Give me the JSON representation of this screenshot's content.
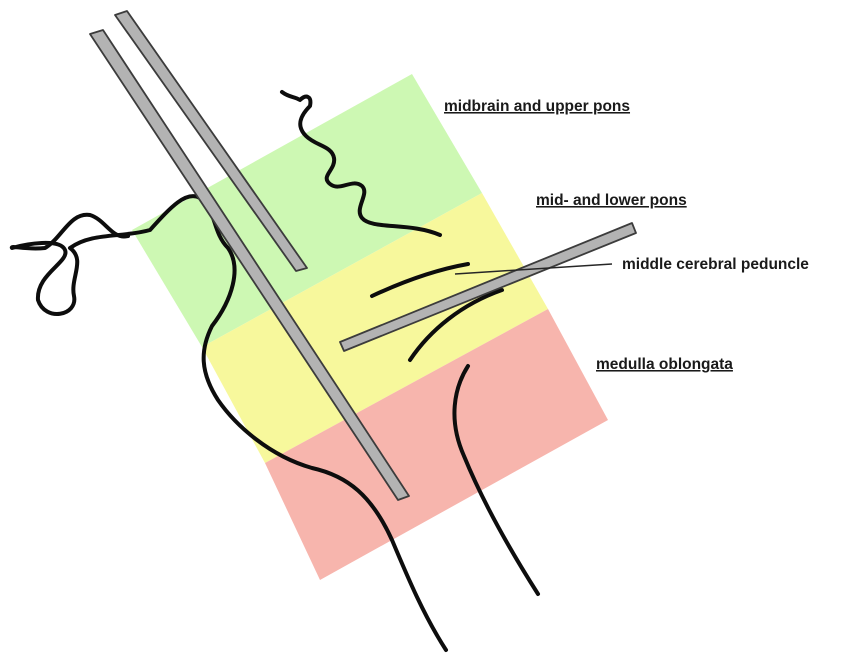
{
  "labels": {
    "midbrain": "midbrain and upper pons",
    "pons": "mid- and lower pons",
    "peduncle": "middle cerebral peduncle",
    "medulla": "medulla oblongata"
  },
  "colors": {
    "midbrain_region": "#cdf8b3",
    "pons_region": "#f7f89c",
    "medulla_region": "#f7b5ad",
    "electrode_fill": "#b3b3b3",
    "electrode_stroke": "#3c3c3c",
    "outline": "#0d0d0d"
  }
}
